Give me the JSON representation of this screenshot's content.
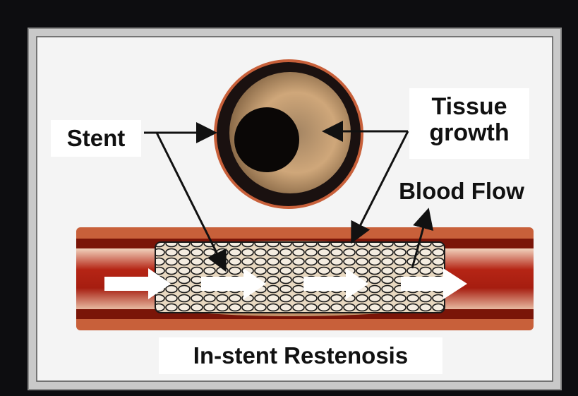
{
  "labels": {
    "stent": "Stent",
    "tissue_line1": "Tissue",
    "tissue_line2": "growth",
    "blood_flow": "Blood Flow",
    "title": "In-stent Restenosis"
  },
  "colors": {
    "outer_frame": "#101010",
    "frame_gray": "#b8b8b8",
    "artery_wall": "#c8603a",
    "artery_dark": "#7a1508",
    "lumen_red": "#b52515",
    "tissue_tan": "#cfa77a",
    "stent_mesh": "#1a1a1a",
    "arrow": "#ffffff"
  },
  "icons": [
    "flow-arrow-icon",
    "pointer-arrow-icon"
  ]
}
